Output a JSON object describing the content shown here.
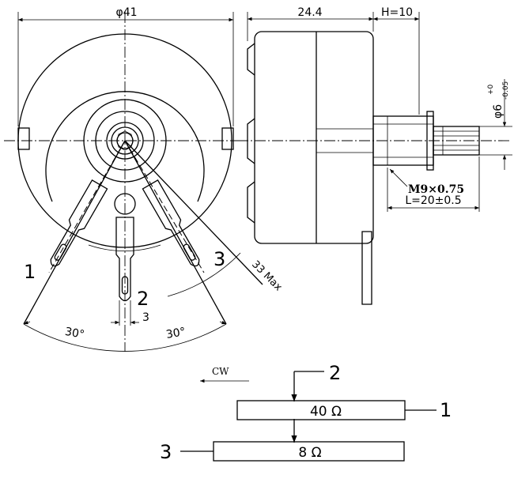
{
  "front_view": {
    "dim_diameter": "φ41",
    "dim_pin_pitch": "3",
    "angle_left": "30°",
    "angle_right": "30°",
    "terminal_1": "1",
    "terminal_2": "2",
    "terminal_3": "3",
    "max_angle": "33 Max"
  },
  "side_view": {
    "dim_body_depth": "24.4",
    "dim_hub_height": "H=10",
    "dim_shaft_diameter": "φ6",
    "dim_shaft_tol_upper": "+0",
    "dim_shaft_tol_lower": "-0.05",
    "thread_label": "M9×0.75",
    "shaft_length": "L=20±0.5"
  },
  "schematic": {
    "direction_label": "CW",
    "wiper_label": "2",
    "upper_resistor_value": "40 Ω",
    "upper_resistor_terminal": "1",
    "lower_resistor_value": "8 Ω",
    "lower_resistor_terminal": "3"
  }
}
